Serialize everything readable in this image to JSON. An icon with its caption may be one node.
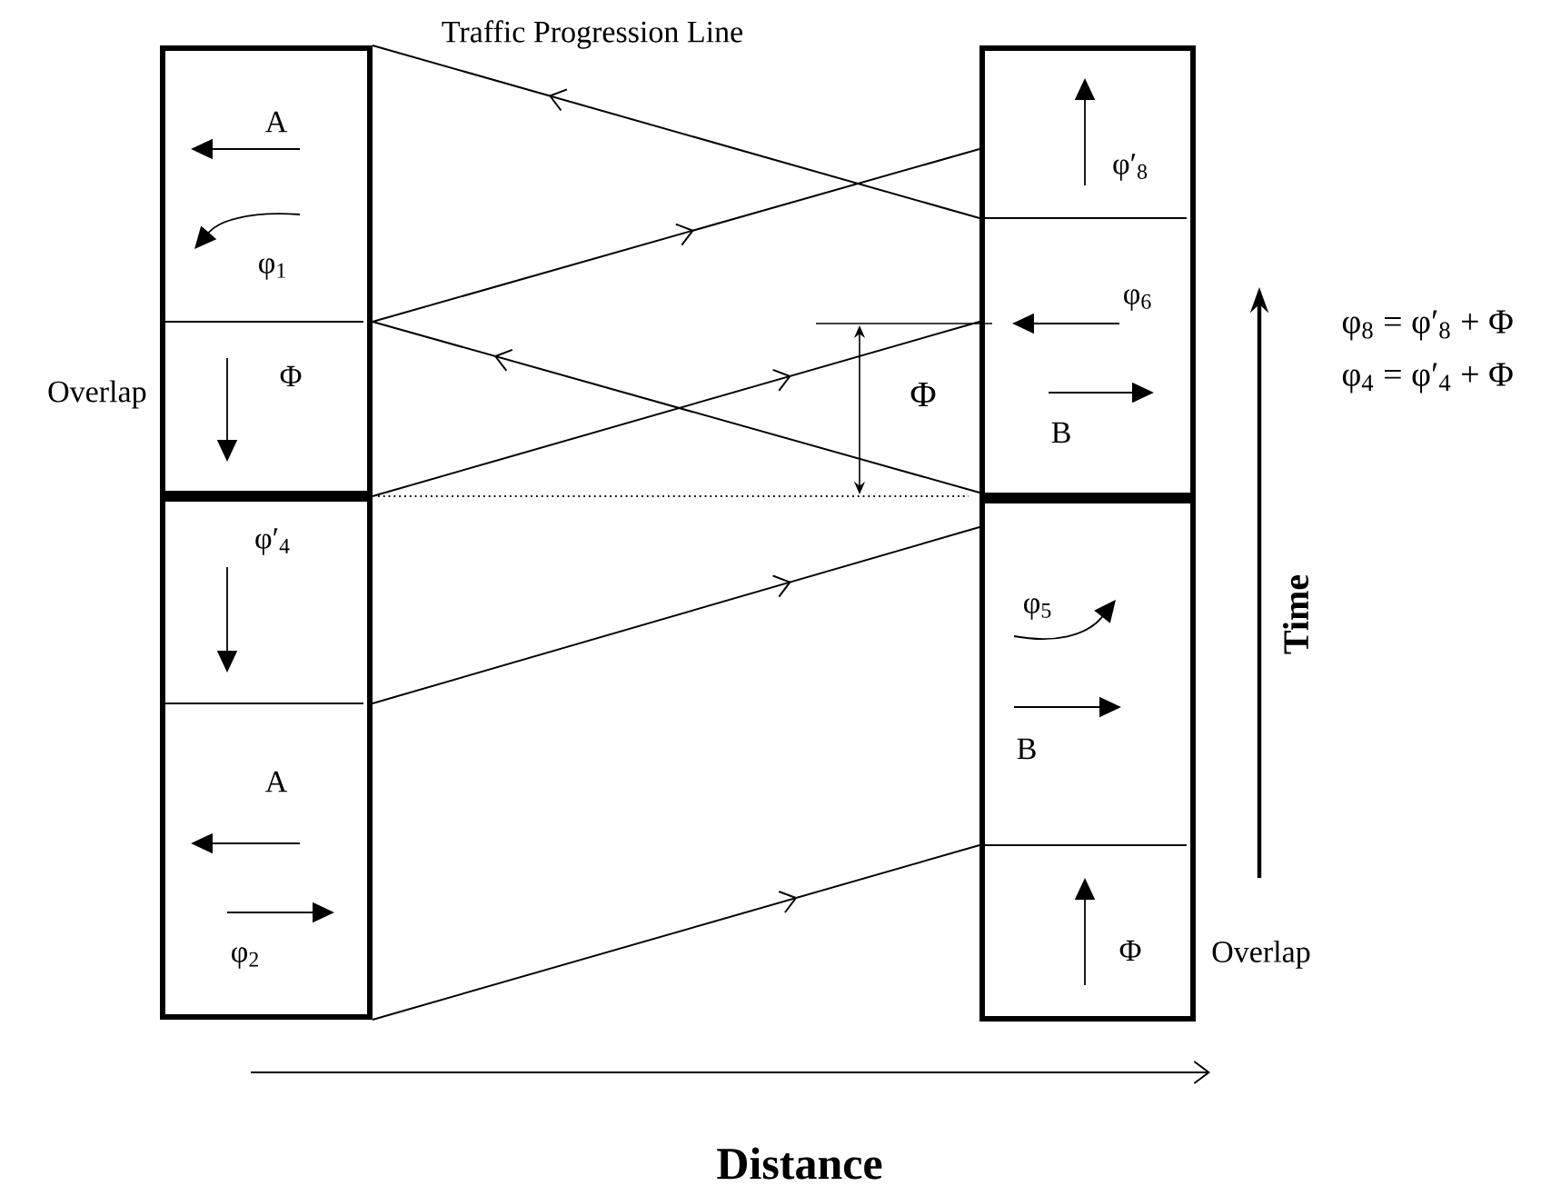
{
  "diagram": {
    "nodes": [
      {
        "text": [],
        "shape": "box"
      },
      {
        "text": [
          "A",
          "φ$_{1}$"
        ],
        "in": 0
      },
      {
        "text": [
          "Φ"
        ],
        "in": 0
      },
      {
        "text": [],
        "shape": "box"
      },
      {
        "text": [
          "φ′$_{4}$"
        ],
        "in": 3
      },
      {
        "text": [
          "A",
          "φ$_{2}$"
        ],
        "in": 3
      },
      {
        "text": [],
        "shape": "box"
      },
      {
        "text": [
          "φ′$_{8}$"
        ],
        "in": 6
      },
      {
        "text": [
          "φ$_{6}$",
          "B"
        ],
        "in": 6
      },
      {
        "text": [],
        "shape": "box"
      },
      {
        "text": [
          "φ$_{5}$",
          "B"
        ],
        "in": 9
      },
      {
        "text": [
          "Φ"
        ],
        "in": 9,
        "beside": [
          "Overlap"
        ]
      }
    ],
    "edges": [
      {
        "from": 6,
        "to": 0,
        "arrow": "to"
      },
      {
        "from": 0,
        "to": 6,
        "arrow": "to"
      },
      {
        "from": 6,
        "to": 0,
        "arrow": "to"
      },
      {
        "from": 0,
        "to": 6,
        "arrow": "to"
      },
      {
        "from": 3,
        "to": 9,
        "arrow": "to"
      },
      {
        "from": 3,
        "to": 9,
        "arrow": "to"
      }
    ],
    "labels": [
      "Traffic Progression Line",
      "φ$_{8}$ = φ′$_{8}$ + Φ",
      "φ$_{4}$ = φ′$_{4}$ + Φ",
      "Overlap",
      "Φ",
      "Time",
      "Distance"
    ]
  }
}
